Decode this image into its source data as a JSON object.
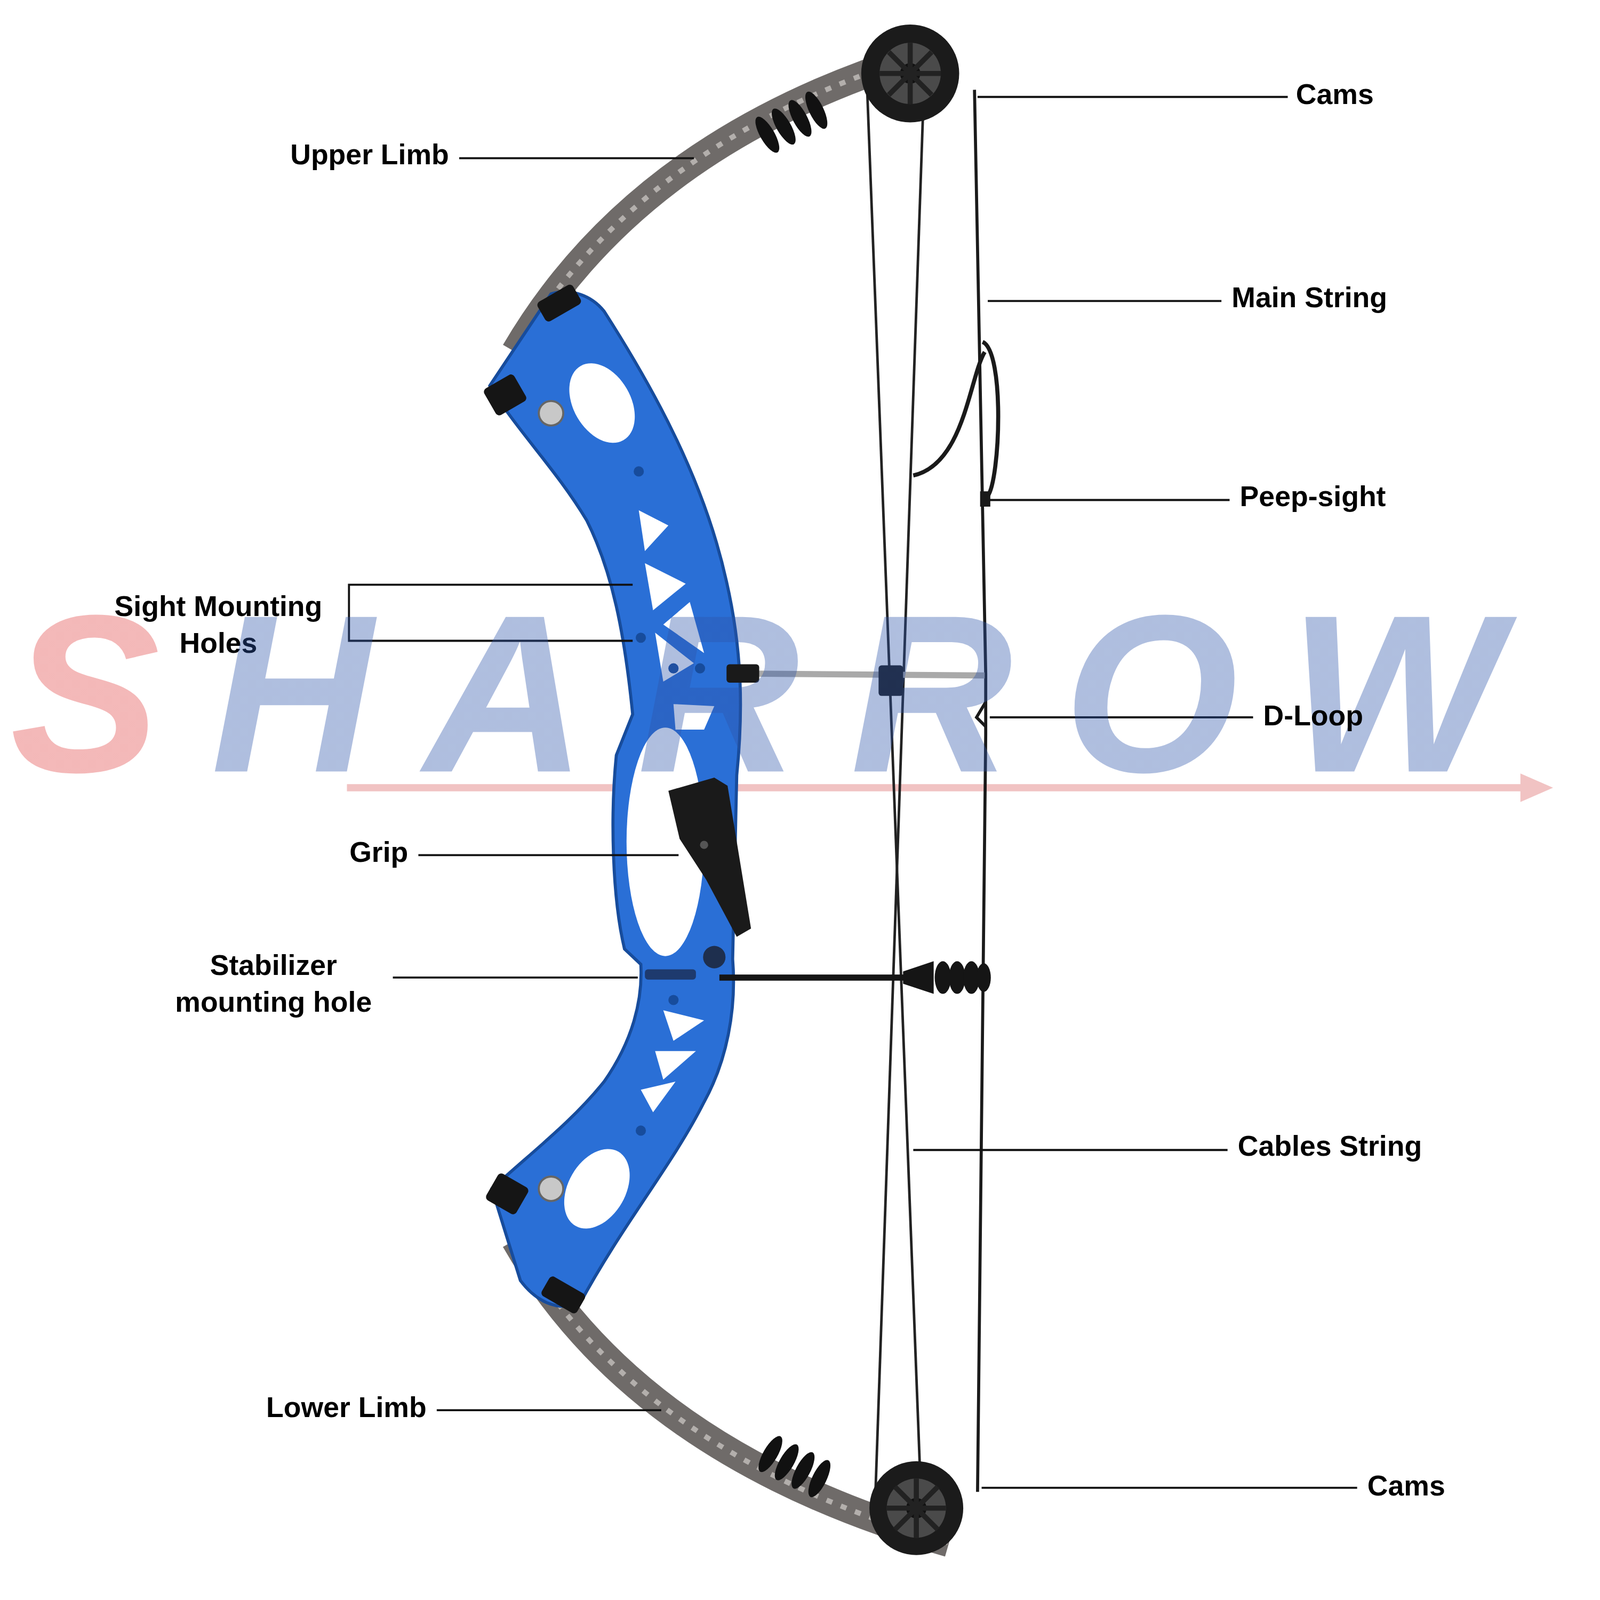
{
  "diagram": {
    "labels": [
      "Cams",
      "Upper Limb",
      "Main String",
      "Peep-sight",
      "Sight Mounting Holes",
      "SHARROW",
      "D-Loop",
      "Grip",
      "Stabilizer mounting hole",
      "Cables String",
      "Lower Limb",
      "Cams"
    ]
  }
}
